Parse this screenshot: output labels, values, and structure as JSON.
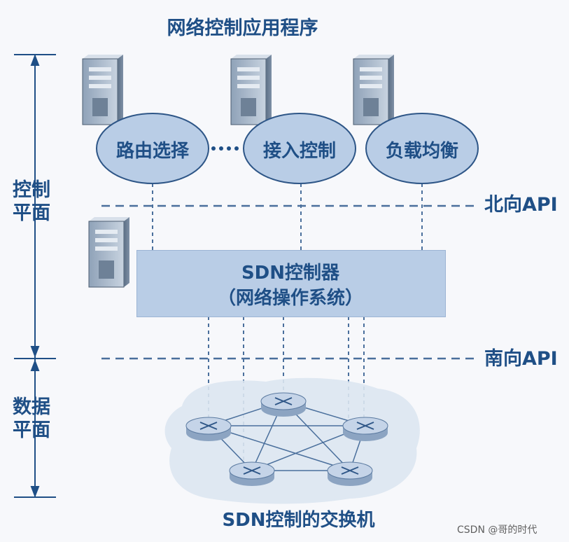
{
  "title": "网络控制应用程序",
  "apps": [
    "路由选择",
    "接入控制",
    "负载均衡"
  ],
  "northbound_api": "北向API",
  "southbound_api": "南向API",
  "control_plane": [
    "控制",
    "平面"
  ],
  "data_plane": [
    "数据",
    "平面"
  ],
  "controller": {
    "line1": "SDN控制器",
    "line2": "（网络操作系统）"
  },
  "switch_network_label": "SDN控制的交换机",
  "watermark": "CSDN @哥的时代",
  "colors": {
    "text": "#1f4f86",
    "fill": "#b9cde6",
    "line": "#4a6f9c",
    "cloud": "#dce5f1"
  }
}
